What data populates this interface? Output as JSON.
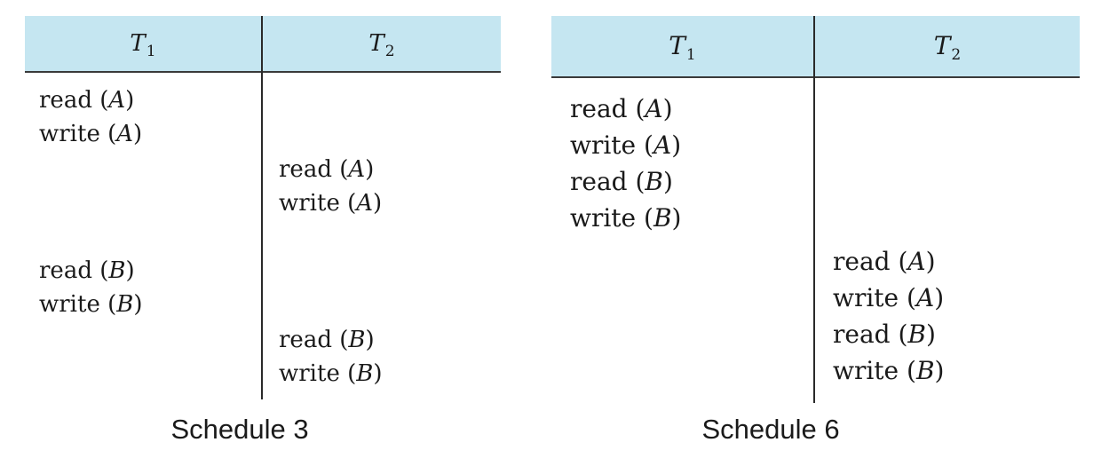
{
  "schedule3": {
    "caption": "Schedule 3",
    "col1": "T",
    "col1_sub": "1",
    "col2": "T",
    "col2_sub": "2",
    "t1_ops": [
      {
        "op": "read",
        "var": "A"
      },
      {
        "op": "write",
        "var": "A"
      },
      {
        "op": "read",
        "var": "B"
      },
      {
        "op": "write",
        "var": "B"
      }
    ],
    "t2_ops": [
      {
        "op": "read",
        "var": "A"
      },
      {
        "op": "write",
        "var": "A"
      },
      {
        "op": "read",
        "var": "B"
      },
      {
        "op": "write",
        "var": "B"
      }
    ]
  },
  "schedule6": {
    "caption": "Schedule 6",
    "col1": "T",
    "col1_sub": "1",
    "col2": "T",
    "col2_sub": "2",
    "t1_ops": [
      {
        "op": "read",
        "var": "A"
      },
      {
        "op": "write",
        "var": "A"
      },
      {
        "op": "read",
        "var": "B"
      },
      {
        "op": "write",
        "var": "B"
      }
    ],
    "t2_ops": [
      {
        "op": "read",
        "var": "A"
      },
      {
        "op": "write",
        "var": "A"
      },
      {
        "op": "read",
        "var": "B"
      },
      {
        "op": "write",
        "var": "B"
      }
    ]
  },
  "colors": {
    "header_bg": "#c5e6f1",
    "rule": "#2a2a2a"
  }
}
